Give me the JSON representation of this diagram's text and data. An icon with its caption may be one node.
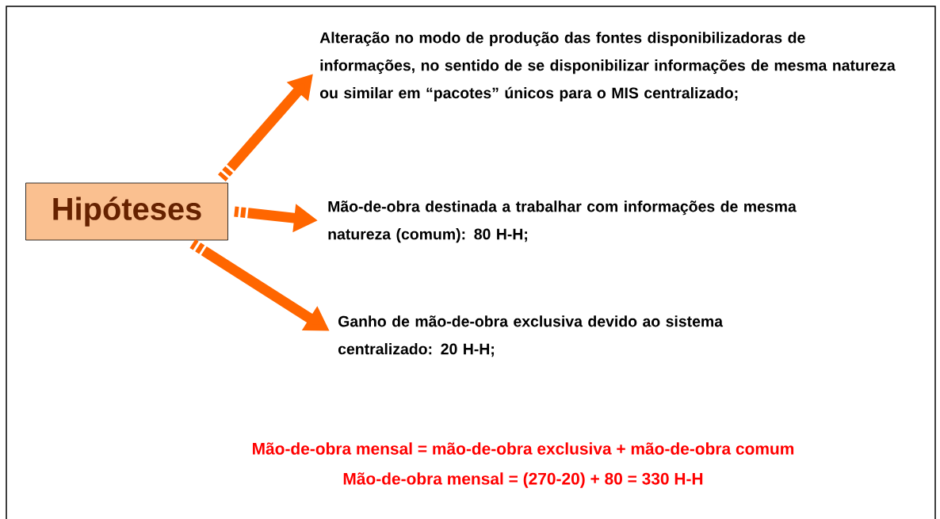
{
  "diagram": {
    "nodes": [
      {
        "text": [
          "Hipóteses"
        ]
      },
      {
        "text": [
          "Alteração no modo de produção das fontes disponibilizadoras de informações, no sentido de se disponibilizar informações de mesma natureza ou similar em “pacotes” únicos para o MIS centralizado;"
        ]
      },
      {
        "text": [
          "Mão-de-obra destinada a trabalhar com informações de mesma natureza (comum): 80 H-H;"
        ]
      },
      {
        "text": [
          "Ganho de mão-de-obra exclusiva devido ao sistema centralizado: 20 H-H;"
        ]
      }
    ],
    "edges": [
      {
        "from": 0,
        "to": 1,
        "arrow": "to"
      },
      {
        "from": 0,
        "to": 2,
        "arrow": "to"
      },
      {
        "from": 0,
        "to": 3,
        "arrow": "to"
      }
    ],
    "labels": [
      "Mão-de-obra mensal = mão-de-obra exclusiva + mão-de-obra comum",
      "Mão-de-obra mensal = (270-20) + 80 = 330 H-H"
    ]
  }
}
